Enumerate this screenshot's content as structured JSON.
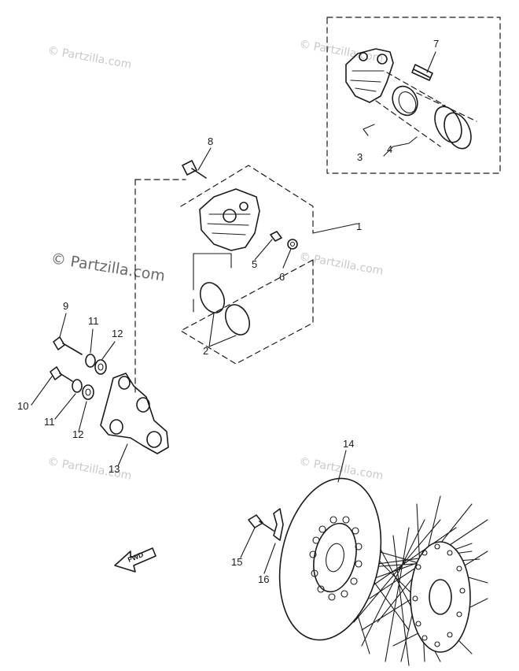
{
  "watermark": {
    "text": "© Partzilla.com",
    "color": "#c9c9c9"
  },
  "direction_arrow": "FWD",
  "callouts": [
    "1",
    "2",
    "3",
    "4",
    "5",
    "6",
    "7",
    "8",
    "9",
    "10",
    "11",
    "11",
    "12",
    "12",
    "13",
    "14",
    "15",
    "16"
  ]
}
